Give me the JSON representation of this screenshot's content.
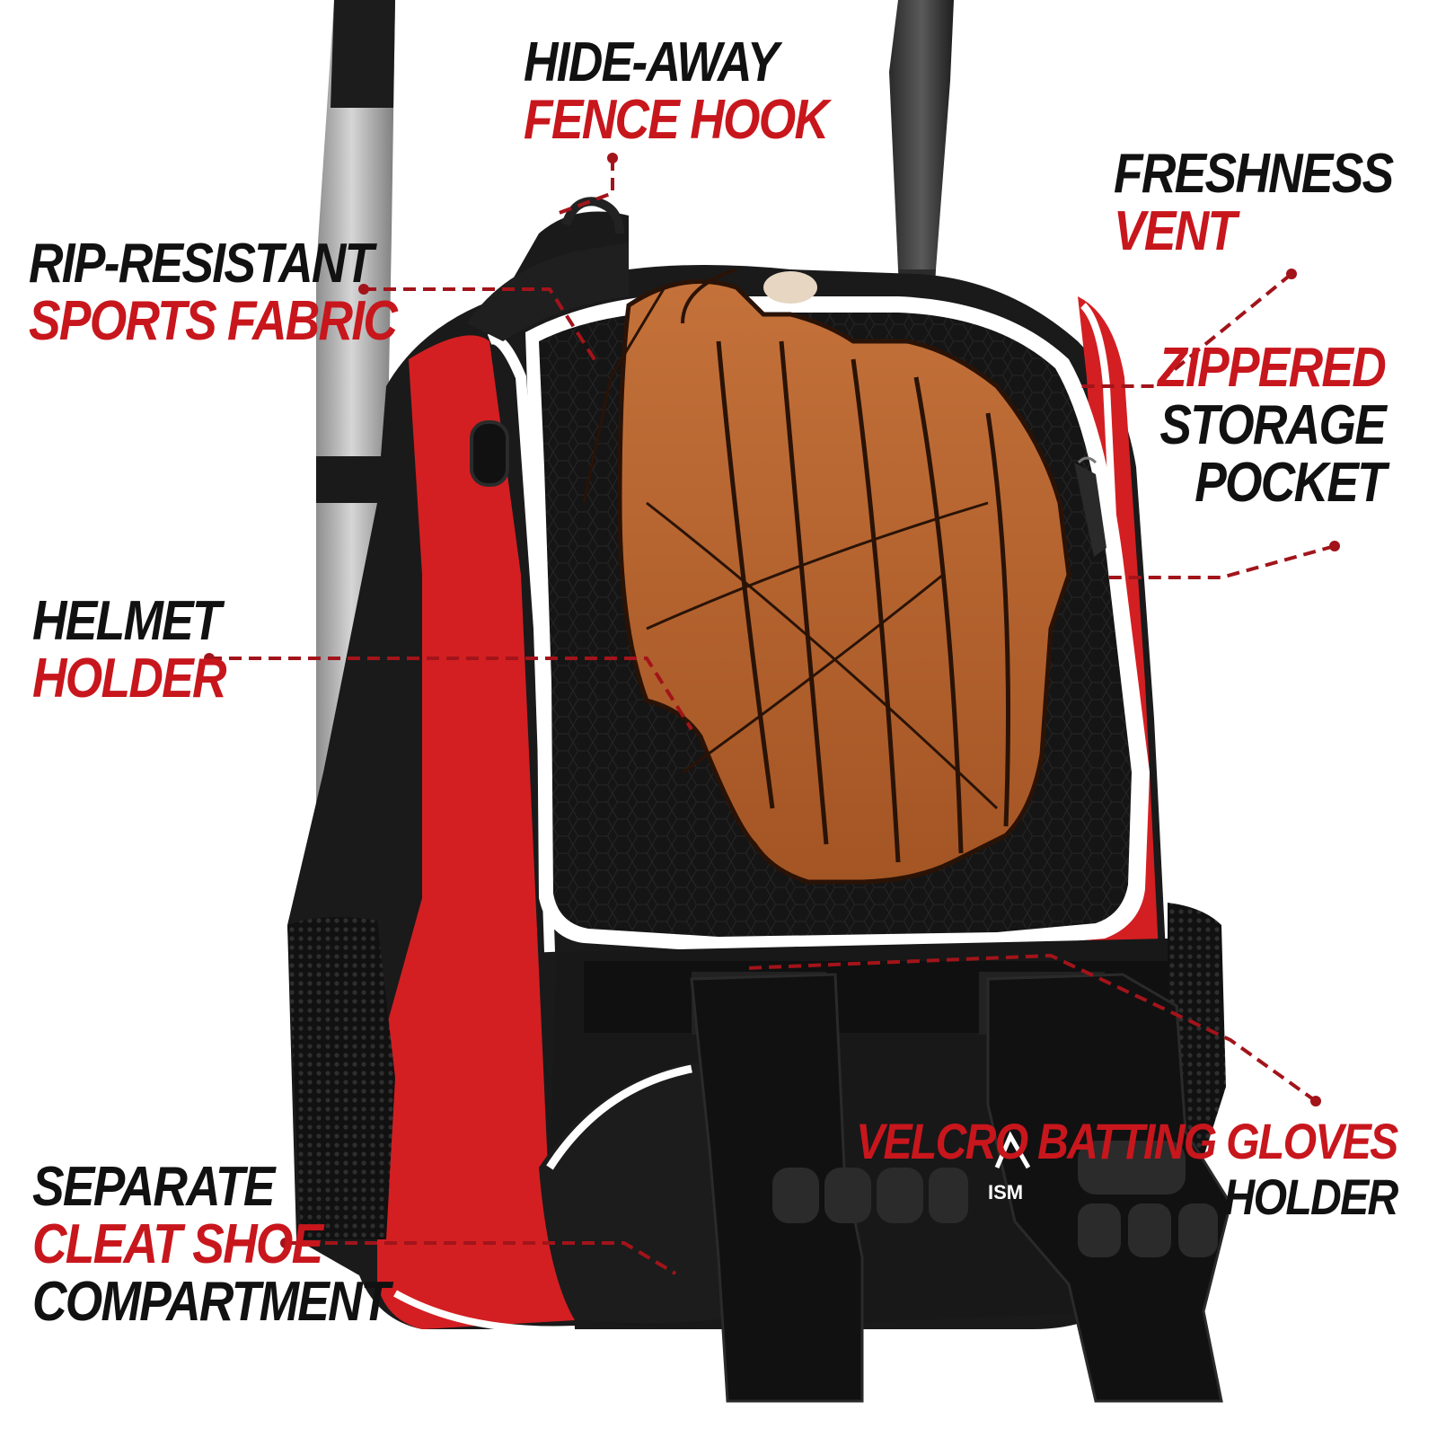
{
  "colors": {
    "accent_red": "#c8161d",
    "label_black": "#111111",
    "bag_red": "#d31f22",
    "bag_black": "#1a1a1a",
    "glove_brown": "#b8652f",
    "bat_silver": "#b9b9b9"
  },
  "callouts": {
    "fence_hook": {
      "line1": "HIDE-AWAY",
      "line2": "FENCE HOOK"
    },
    "sports_fabric": {
      "line1": "RIP-RESISTANT",
      "line2": "SPORTS FABRIC"
    },
    "freshness_vent": {
      "line1": "FRESHNESS",
      "line2": "VENT"
    },
    "storage_pocket": {
      "line1": "ZIPPERED",
      "line2": "STORAGE",
      "line3": "POCKET"
    },
    "helmet_holder": {
      "line1": "HELMET",
      "line2": "HOLDER"
    },
    "cleat_compartment": {
      "line1": "SEPARATE",
      "line2": "CLEAT SHOE",
      "line3": "COMPARTMENT"
    },
    "gloves_holder": {
      "line1": "VELCRO BATTING GLOVES",
      "line2": "HOLDER"
    }
  },
  "brand_mark": "ISM"
}
